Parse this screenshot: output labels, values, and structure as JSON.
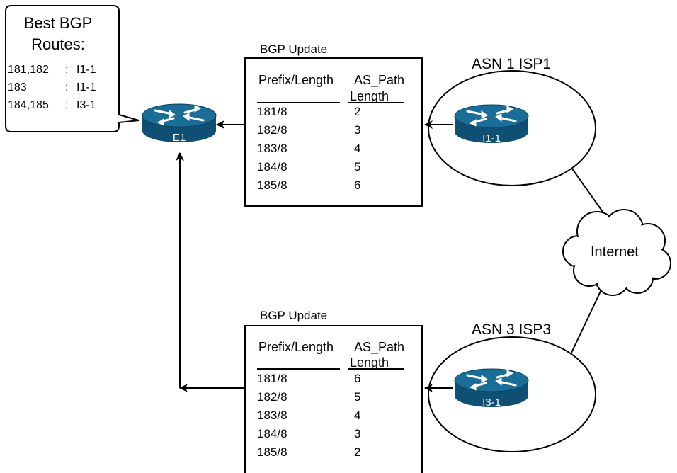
{
  "callout": {
    "title_line1": "Best BGP",
    "title_line2": "Routes:",
    "rows": [
      {
        "prefixes": "181,182",
        "sep": ":",
        "next_hop": "I1-1"
      },
      {
        "prefixes": "183",
        "sep": ":",
        "next_hop": "I1-1"
      },
      {
        "prefixes": "184,185",
        "sep": ":",
        "next_hop": "I3-1"
      }
    ]
  },
  "routers": {
    "e1": {
      "label": "E1"
    },
    "isp1": {
      "label": "I1-1"
    },
    "isp3": {
      "label": "I3-1"
    }
  },
  "asn": {
    "isp1": "ASN 1 ISP1",
    "isp3": "ASN 3 ISP3"
  },
  "cloud": {
    "label": "Internet"
  },
  "updates": [
    {
      "title": "BGP Update",
      "col1_header": "Prefix/Length",
      "col2_header_line1": "AS_Path",
      "col2_header_line2": "Length",
      "rows": [
        {
          "prefix": "181/8",
          "length": "2"
        },
        {
          "prefix": "182/8",
          "length": "3"
        },
        {
          "prefix": "183/8",
          "length": "4"
        },
        {
          "prefix": "184/8",
          "length": "5"
        },
        {
          "prefix": "185/8",
          "length": "6"
        }
      ]
    },
    {
      "title": "BGP Update",
      "col1_header": "Prefix/Length",
      "col2_header_line1": "AS_Path",
      "col2_header_line2": "Length",
      "rows": [
        {
          "prefix": "181/8",
          "length": "6"
        },
        {
          "prefix": "182/8",
          "length": "5"
        },
        {
          "prefix": "183/8",
          "length": "4"
        },
        {
          "prefix": "184/8",
          "length": "3"
        },
        {
          "prefix": "185/8",
          "length": "2"
        }
      ]
    }
  ],
  "colors": {
    "router_top": "#1a6d96",
    "router_side": "#0e4f73",
    "router_glyph": "#ffffff",
    "line": "#000000"
  }
}
